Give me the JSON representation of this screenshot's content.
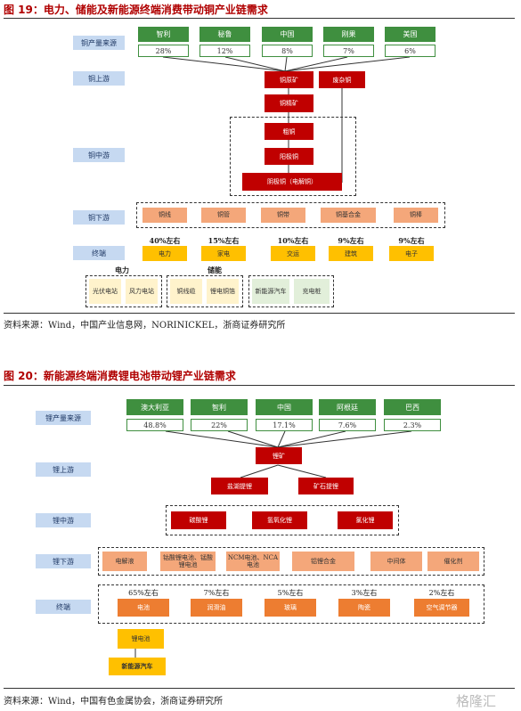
{
  "fig19": {
    "title": "图 19：电力、储能及新能源终端消费带动铜产业链需求",
    "rows": {
      "production": "铜产量来源",
      "upstream": "铜上游",
      "midstream": "铜中游",
      "downstream": "铜下游",
      "terminal": "终端"
    },
    "countries": [
      {
        "name": "智利",
        "share": "28%"
      },
      {
        "name": "秘鲁",
        "share": "12%"
      },
      {
        "name": "中国",
        "share": "8%"
      },
      {
        "name": "刚果",
        "share": "7%"
      },
      {
        "name": "美国",
        "share": "6%"
      }
    ],
    "upstream": {
      "ore": "铜原矿",
      "scrap": "废杂铜",
      "concentrate": "铜精矿"
    },
    "midstream": {
      "crude": "粗铜",
      "anode": "阳极铜",
      "cathode": "阴极铜（电解铜）"
    },
    "downstream": [
      "铜线",
      "铜管",
      "铜带",
      "铜基合金",
      "铜棒"
    ],
    "terminal": [
      {
        "share": "40%左右",
        "name": "电力"
      },
      {
        "share": "15%左右",
        "name": "家电"
      },
      {
        "share": "10%左右",
        "name": "交运"
      },
      {
        "share": "9%左右",
        "name": "建筑"
      },
      {
        "share": "9%左右",
        "name": "电子"
      }
    ],
    "sublabels": {
      "power": "电力",
      "storage": "储能"
    },
    "power_items": [
      "光伏电站",
      "风力电站"
    ],
    "storage_items": [
      "铜线缆",
      "锂电铜箔"
    ],
    "transport_items": [
      "新能源汽车",
      "充电桩"
    ],
    "source": "资料来源：Wind，中国产业信息网，NORINICKEL，浙商证券研究所"
  },
  "fig20": {
    "title": "图 20：新能源终端消费锂电池带动锂产业链需求",
    "rows": {
      "production": "锂产量来源",
      "upstream": "锂上游",
      "midstream": "锂中游",
      "downstream": "锂下游",
      "terminal": "终端"
    },
    "countries": [
      {
        "name": "澳大利亚",
        "share": "48.8%"
      },
      {
        "name": "智利",
        "share": "22%"
      },
      {
        "name": "中国",
        "share": "17.1%"
      },
      {
        "name": "阿根廷",
        "share": "7.6%"
      },
      {
        "name": "巴西",
        "share": "2.3%"
      }
    ],
    "upstream": {
      "mine": "锂矿",
      "salt_lake": "盐湖提锂",
      "ore": "矿石提锂"
    },
    "midstream": [
      "碳酸锂",
      "氢氧化锂",
      "氯化锂"
    ],
    "downstream": [
      "电解液",
      "钴酸锂电池、锰酸锂电池",
      "NCM电池、NCA电池",
      "铝锂合金",
      "中间体",
      "催化剂"
    ],
    "terminal": [
      {
        "share": "65%左右",
        "name": "电池"
      },
      {
        "share": "7%左右",
        "name": "润滑油"
      },
      {
        "share": "5%左右",
        "name": "玻璃"
      },
      {
        "share": "3%左右",
        "name": "陶瓷"
      },
      {
        "share": "2%左右",
        "name": "空气调节器"
      }
    ],
    "battery": "锂电池",
    "nev": "新能源汽车",
    "source": "资料来源：Wind，中国有色金属协会，浙商证券研究所"
  },
  "watermark": "格隆汇"
}
